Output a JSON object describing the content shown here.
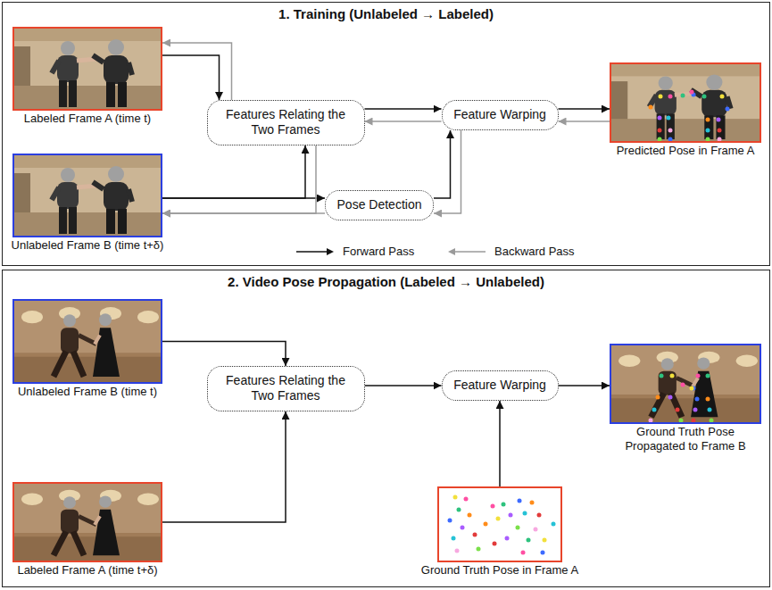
{
  "diagram": {
    "nodes": [
      {
        "text": [
          "1. Training (Unlabeled → Labeled)"
        ]
      },
      {
        "text": [
          "Labeled Frame A (time t)"
        ],
        "in": 0
      },
      {
        "text": [
          "Features Relating the Two Frames"
        ],
        "in": 0
      },
      {
        "text": [
          "Feature Warping"
        ],
        "in": 0
      },
      {
        "text": [
          "Predicted Pose in Frame A"
        ],
        "in": 0
      },
      {
        "text": [
          "Unlabeled Frame B (time t+δ)"
        ],
        "in": 0
      },
      {
        "text": [
          "Pose Detection"
        ],
        "in": 0
      },
      {
        "text": [
          "2. Video Pose Propagation (Labeled → Unlabeled)"
        ]
      },
      {
        "text": [
          "Unlabeled Frame B (time t)"
        ],
        "in": 7
      },
      {
        "text": [
          "Features Relating the Two Frames"
        ],
        "in": 7
      },
      {
        "text": [
          "Feature Warping"
        ],
        "in": 7
      },
      {
        "text": [
          "Ground Truth Pose Propagated to Frame B"
        ],
        "in": 7
      },
      {
        "text": [
          "Labeled Frame A (time t+δ)"
        ],
        "in": 7
      },
      {
        "text": [
          "Ground Truth Pose in Frame A"
        ],
        "in": 7
      }
    ],
    "edges": [
      {
        "from": 1,
        "to": 2,
        "arrow": "to"
      },
      {
        "from": 5,
        "to": 6,
        "arrow": "to"
      },
      {
        "from": 5,
        "to": 2,
        "arrow": "to"
      },
      {
        "from": 2,
        "to": 3,
        "arrow": "to"
      },
      {
        "from": 6,
        "to": 3,
        "arrow": "to"
      },
      {
        "from": 3,
        "to": 4,
        "arrow": "to"
      },
      {
        "from": 4,
        "to": 3,
        "arrow": "to"
      },
      {
        "from": 3,
        "to": 2,
        "arrow": "to"
      },
      {
        "from": 3,
        "to": 6,
        "arrow": "to"
      },
      {
        "from": 6,
        "to": 5,
        "arrow": "to"
      },
      {
        "from": 2,
        "to": 1,
        "arrow": "to"
      },
      {
        "from": 2,
        "to": 5,
        "arrow": "to"
      },
      {
        "from": 8,
        "to": 9,
        "arrow": "to"
      },
      {
        "from": 12,
        "to": 9,
        "arrow": "to"
      },
      {
        "from": 9,
        "to": 10,
        "arrow": "to"
      },
      {
        "from": 13,
        "to": 10,
        "arrow": "to"
      },
      {
        "from": 10,
        "to": 11,
        "arrow": "to"
      }
    ],
    "legend": [
      {
        "text": "Forward Pass"
      },
      {
        "text": "Backward Pass"
      }
    ]
  }
}
